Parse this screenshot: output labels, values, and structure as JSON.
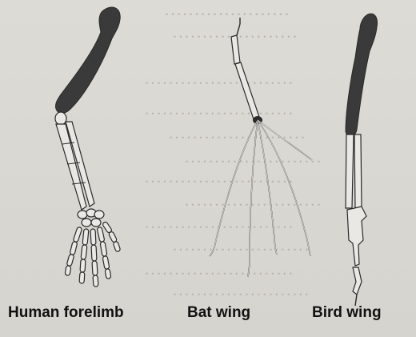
{
  "labels": {
    "human": "Human forelimb",
    "bat": "Bat wing",
    "bird": "Bird wing"
  },
  "colors": {
    "humerus": "#3a3a3a",
    "bone_fill": "#e9e8e4",
    "bone_stroke": "#2a2a2a",
    "background": "#d9d7d1"
  }
}
